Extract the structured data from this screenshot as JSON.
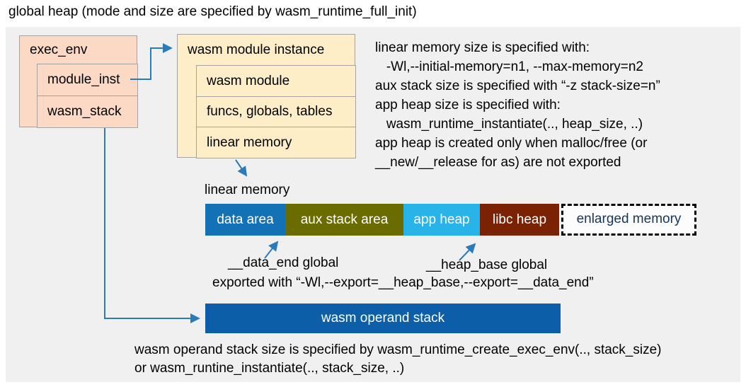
{
  "title": "global heap (mode and size are specified by wasm_runtime_full_init)",
  "colors": {
    "panel_bg": "#f0f0f0",
    "struct_box_fill": "#fbd9c5",
    "instance_box_fill": "#fdeec7",
    "box_border": "#a3a3a3",
    "arrow_blue": "#2b7bba",
    "operand_stack_bar": "#0c5ea8",
    "enlarged_memory_text": "#16365c"
  },
  "exec_env": {
    "label": "exec_env",
    "fields": [
      "module_inst",
      "wasm_stack"
    ]
  },
  "module_instance": {
    "label": "wasm module instance",
    "fields": [
      "wasm module",
      "funcs, globals, tables",
      "linear memory"
    ]
  },
  "notes": {
    "lines": [
      "linear memory size is specified with:",
      "   -Wl,--initial-memory=n1, --max-memory=n2",
      "aux stack size is specified with “-z stack-size=n”",
      "app heap size is specified with:",
      "   wasm_runtime_instantiate(.., heap_size, ..)",
      "app heap is created only when malloc/free (or",
      "__new/__release for as) are not exported"
    ]
  },
  "linear_memory": {
    "label": "linear memory",
    "segments": [
      {
        "label": "data area",
        "color": "#1371b5"
      },
      {
        "label": "aux stack area",
        "color": "#6b6c00"
      },
      {
        "label": "app heap",
        "color": "#28b4e9"
      },
      {
        "label": "libc heap",
        "color": "#7b2205"
      },
      {
        "label": "enlarged memory",
        "color": "#fcfcfc"
      }
    ]
  },
  "annotations": {
    "data_end_label": "__data_end global",
    "heap_base_label": "__heap_base global",
    "export_line": "exported with “-Wl,--export=__heap_base,--export=__data_end”"
  },
  "operand_stack": {
    "label": "wasm operand stack"
  },
  "footer": {
    "lines": [
      "wasm operand stack size is specified by wasm_runtime_create_exec_env(.., stack_size)",
      "or wasm_runtine_instantiate(.., stack_size, ..)"
    ]
  }
}
